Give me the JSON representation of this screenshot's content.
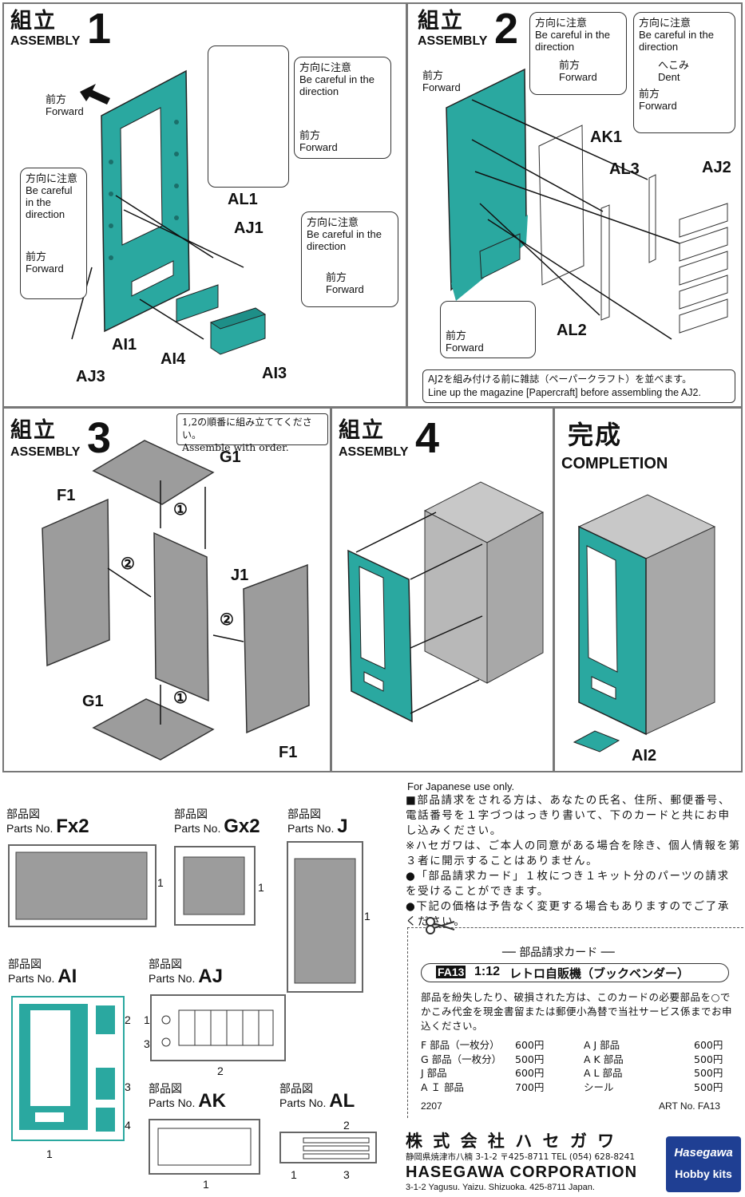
{
  "steps": {
    "s1": {
      "jp": "組立",
      "en": "ASSEMBLY",
      "num": "1"
    },
    "s2": {
      "jp": "組立",
      "en": "ASSEMBLY",
      "num": "2"
    },
    "s3": {
      "jp": "組立",
      "en": "ASSEMBLY",
      "num": "3"
    },
    "s4": {
      "jp": "組立",
      "en": "ASSEMBLY",
      "num": "4"
    },
    "done": {
      "jp": "完成",
      "en": "COMPLETION"
    }
  },
  "notes": {
    "forward_jp": "前方",
    "forward_en": "Forward",
    "careful_jp": "方向に注意",
    "careful_en": "Be careful in the direction",
    "careful_en_a": "Be careful",
    "careful_en_b": "in the",
    "careful_en_c": "direction",
    "dent_jp": "へこみ",
    "dent_en": "Dent",
    "order_jp": "1,2の順番に組み立ててください。",
    "order_en": "Assemble with order.",
    "aj2_jp": "AJ2を組み付ける前に雑誌（ペーパークラフト）を並べます。",
    "aj2_en": "Line up the magazine [Papercraft] before assembling the AJ2."
  },
  "labels": {
    "AL1": "AL1",
    "AJ1": "AJ1",
    "AI1": "AI1",
    "AI4": "AI4",
    "AI3": "AI3",
    "AJ3": "AJ3",
    "AK1": "AK1",
    "AL3": "AL3",
    "AJ2": "AJ2",
    "AL2": "AL2",
    "G1": "G1",
    "F1": "F1",
    "J1": "J1",
    "AI2": "AI2",
    "c1": "①",
    "c2": "②"
  },
  "parts": {
    "jp": "部品図",
    "en": "Parts No.",
    "F": "Fx2",
    "G": "Gx2",
    "J": "J",
    "AI": "AI",
    "AJ": "AJ",
    "AK": "AK",
    "AL": "AL",
    "n1": "1",
    "n2": "2",
    "n3": "3",
    "n4": "4"
  },
  "info": {
    "lead": "For Japanese use only.",
    "p1": "■部品請求をされる方は、あなたの氏名、住所、郵便番号、電話番号を１字づつはっきり書いて、下のカードと共にお申し込みください。",
    "p2": "※ハセガワは、ご本人の同意がある場合を除き、個人情報を第３者に開示することはありません。",
    "p3": "●「部品請求カード」１枚につき１キット分のパーツの請求を受けることができます。",
    "p4": "●下記の価格は予告なく変更する場合もありますのでご了承ください。"
  },
  "card": {
    "heading": "部品請求カード",
    "code": "FA13",
    "scale": "1:12",
    "title": "レトロ自販機（ブックベンダー）",
    "text": "部品を紛失したり、破損された方は、このカードの必要部品を○でかこみ代金を現金書留または郵便小為替で当社サービス係までお申込ください。",
    "prices": [
      {
        "item": "F 部品（一枚分）",
        "price": "600円"
      },
      {
        "item": "A J 部品",
        "price": "600円"
      },
      {
        "item": "G 部品（一枚分）",
        "price": "500円"
      },
      {
        "item": "A K 部品",
        "price": "500円"
      },
      {
        "item": "J 部品",
        "price": "600円"
      },
      {
        "item": "A L 部品",
        "price": "500円"
      },
      {
        "item": "A Ｉ 部品",
        "price": "700円"
      },
      {
        "item": "シール",
        "price": "500円"
      }
    ],
    "code_small": "2207",
    "art": "ART No. FA13"
  },
  "company": {
    "jp": "株 式 会 社 ハ セ ガ ワ",
    "addr_jp": "静岡県焼津市八楠 3-1-2 〒425-8711 TEL (054) 628-8241",
    "en": "HASEGAWA CORPORATION",
    "addr_en": "3-1-2 Yagusu. Yaizu. Shizuoka. 425-8711 Japan.",
    "logo_a": "Hasegawa",
    "logo_b": "Hobby kits"
  },
  "colors": {
    "teal": "#2aa8a0",
    "gray": "#9c9c9c",
    "border": "#777777"
  }
}
